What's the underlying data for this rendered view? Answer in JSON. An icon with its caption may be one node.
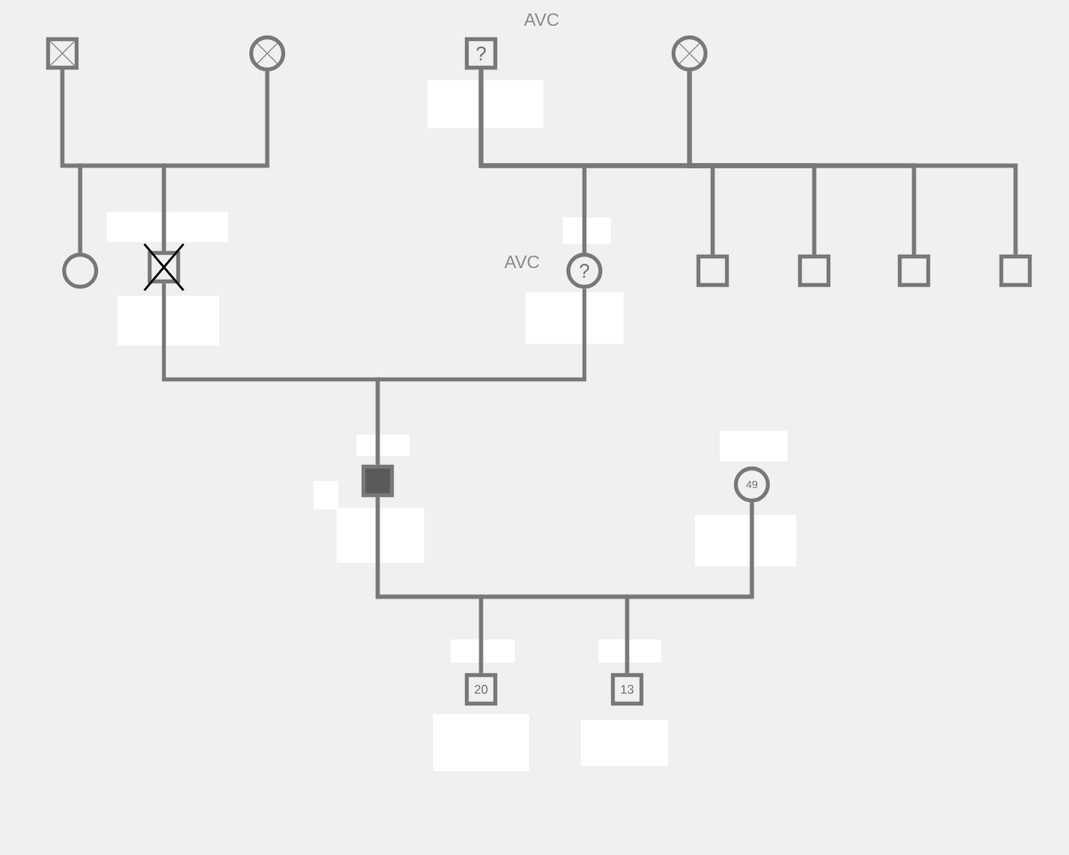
{
  "diagram": {
    "nodes": [
      {
        "text": [],
        "shape": "box"
      },
      {
        "text": [],
        "shape": "circle"
      },
      {
        "text": [
          "?"
        ],
        "beside": [
          "AVC"
        ]
      },
      {
        "text": [],
        "shape": "circle"
      },
      {
        "text": [],
        "shape": "circle"
      },
      {
        "text": [],
        "shape": "box"
      },
      {
        "text": [
          "?"
        ],
        "beside": [
          "AVC"
        ]
      },
      {
        "text": [],
        "shape": "box"
      },
      {
        "text": [],
        "shape": "box"
      },
      {
        "text": [],
        "shape": "box"
      },
      {
        "text": [],
        "shape": "box"
      },
      {
        "text": [],
        "shape": "box"
      },
      {
        "text": [
          "49"
        ]
      },
      {
        "text": [
          "20"
        ]
      },
      {
        "text": [
          "13"
        ]
      }
    ],
    "edges": [
      {
        "from": 0,
        "to": 4,
        "arrow": "none"
      },
      {
        "from": 1,
        "to": 4,
        "arrow": "none"
      },
      {
        "from": 0,
        "to": 5,
        "arrow": "none"
      },
      {
        "from": 1,
        "to": 5,
        "arrow": "none"
      },
      {
        "from": 2,
        "to": 6,
        "arrow": "none"
      },
      {
        "from": 3,
        "to": 6,
        "arrow": "none"
      },
      {
        "from": 2,
        "to": 7,
        "arrow": "none"
      },
      {
        "from": 3,
        "to": 7,
        "arrow": "none"
      },
      {
        "from": 2,
        "to": 8,
        "arrow": "none"
      },
      {
        "from": 3,
        "to": 8,
        "arrow": "none"
      },
      {
        "from": 2,
        "to": 9,
        "arrow": "none"
      },
      {
        "from": 3,
        "to": 9,
        "arrow": "none"
      },
      {
        "from": 2,
        "to": 10,
        "arrow": "none"
      },
      {
        "from": 3,
        "to": 10,
        "arrow": "none"
      },
      {
        "from": 5,
        "to": 11,
        "arrow": "none"
      },
      {
        "from": 6,
        "to": 11,
        "arrow": "none"
      },
      {
        "from": 11,
        "to": 13,
        "arrow": "none"
      },
      {
        "from": 12,
        "to": 13,
        "arrow": "none"
      },
      {
        "from": 11,
        "to": 14,
        "arrow": "none"
      },
      {
        "from": 12,
        "to": 14,
        "arrow": "none"
      }
    ]
  }
}
